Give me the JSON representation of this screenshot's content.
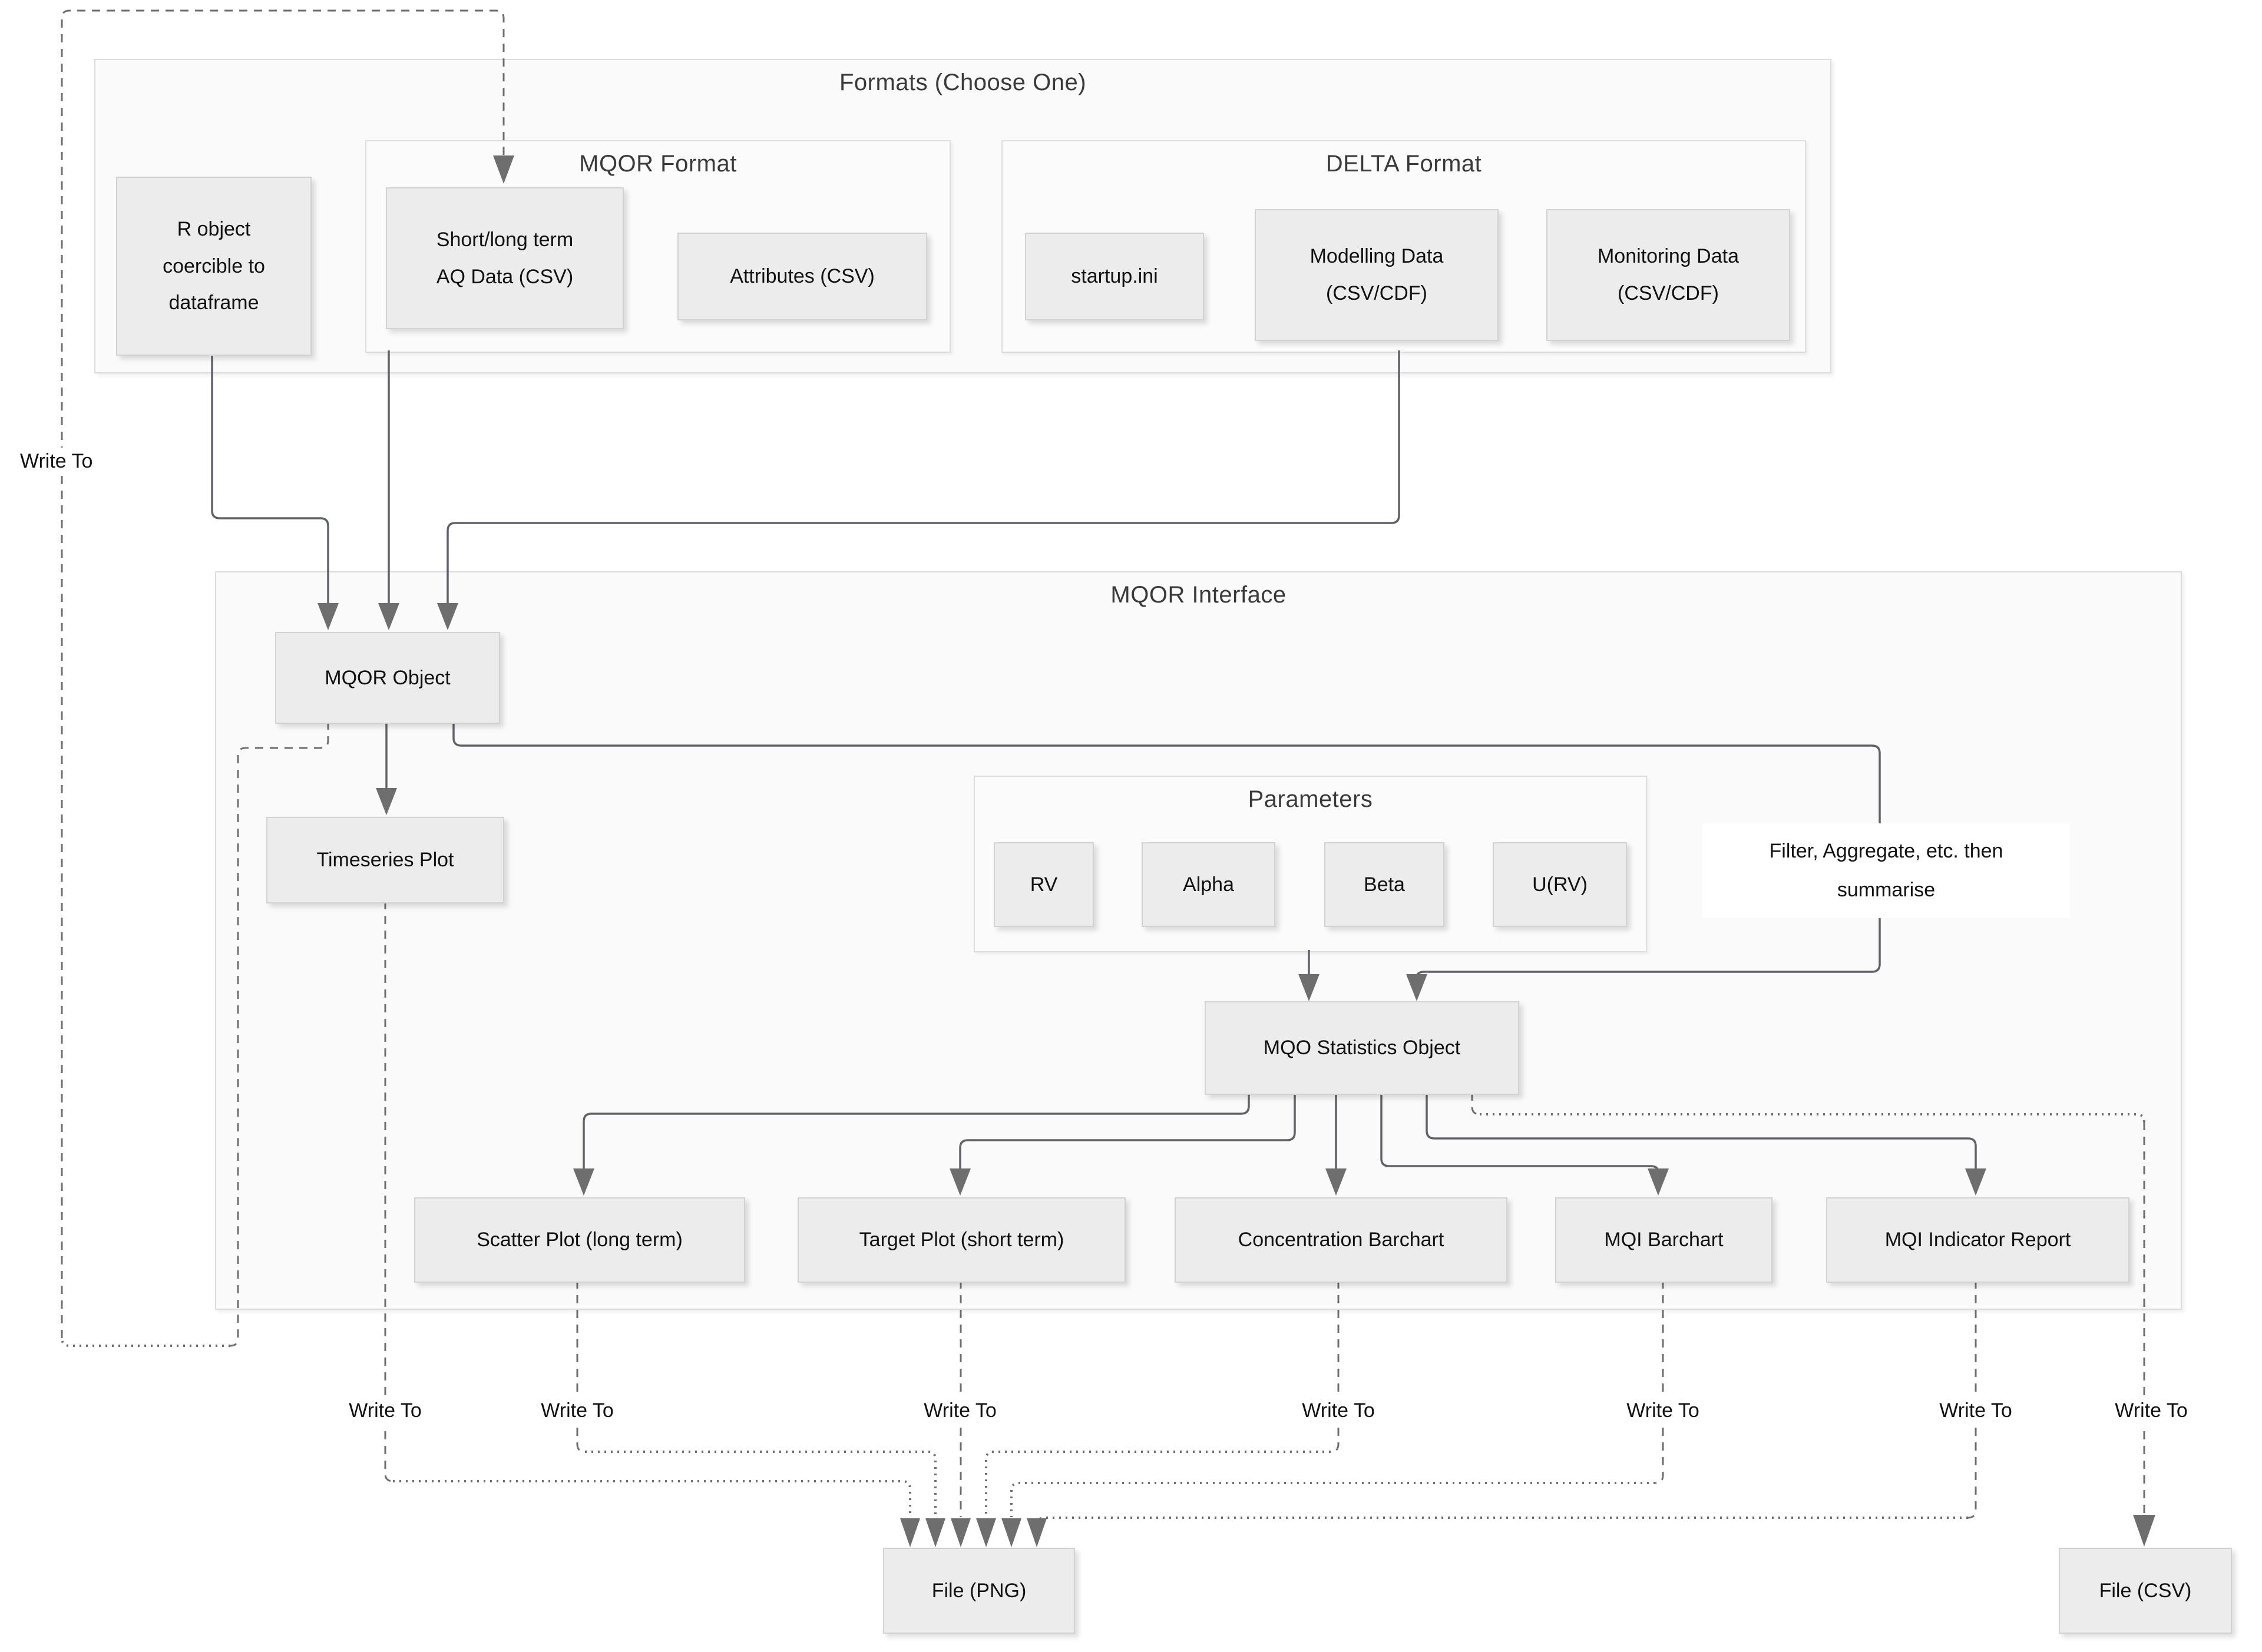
{
  "containers": {
    "formats": {
      "title": "Formats (Choose One)"
    },
    "mqor_format": {
      "title": "MQOR Format"
    },
    "delta_format": {
      "title": "DELTA Format"
    },
    "mqor_interface": {
      "title": "MQOR Interface"
    },
    "parameters": {
      "title": "Parameters"
    }
  },
  "nodes": {
    "r_object": {
      "label": "R object\ncoercible to\ndataframe"
    },
    "aq_data": {
      "label": "Short/long term\nAQ Data (CSV)"
    },
    "attributes": {
      "label": "Attributes (CSV)"
    },
    "startup_ini": {
      "label": "startup.ini"
    },
    "modelling_data": {
      "label": "Modelling Data\n(CSV/CDF)"
    },
    "monitoring_data": {
      "label": "Monitoring Data\n(CSV/CDF)"
    },
    "mqor_object": {
      "label": "MQOR Object"
    },
    "timeseries_plot": {
      "label": "Timeseries Plot"
    },
    "rv": {
      "label": "RV"
    },
    "alpha": {
      "label": "Alpha"
    },
    "beta": {
      "label": "Beta"
    },
    "u_rv": {
      "label": "U(RV)"
    },
    "mqo_stats": {
      "label": "MQO Statistics Object"
    },
    "scatter_plot": {
      "label": "Scatter Plot (long term)"
    },
    "target_plot": {
      "label": "Target Plot (short term)"
    },
    "concentration_barchart": {
      "label": "Concentration Barchart"
    },
    "mqi_barchart": {
      "label": "MQI Barchart"
    },
    "mqi_indicator_report": {
      "label": "MQI Indicator Report"
    },
    "file_png": {
      "label": "File (PNG)"
    },
    "file_csv": {
      "label": "File (CSV)"
    }
  },
  "labels": {
    "write_to": "Write To",
    "filter_note": "Filter, Aggregate, etc. then\nsummarise"
  },
  "colors": {
    "node_fill": "#ececec",
    "container_fill": "#fafafa",
    "connector": "#5f6368",
    "arrow": "#6e6e6e",
    "background": "#ffffff"
  }
}
